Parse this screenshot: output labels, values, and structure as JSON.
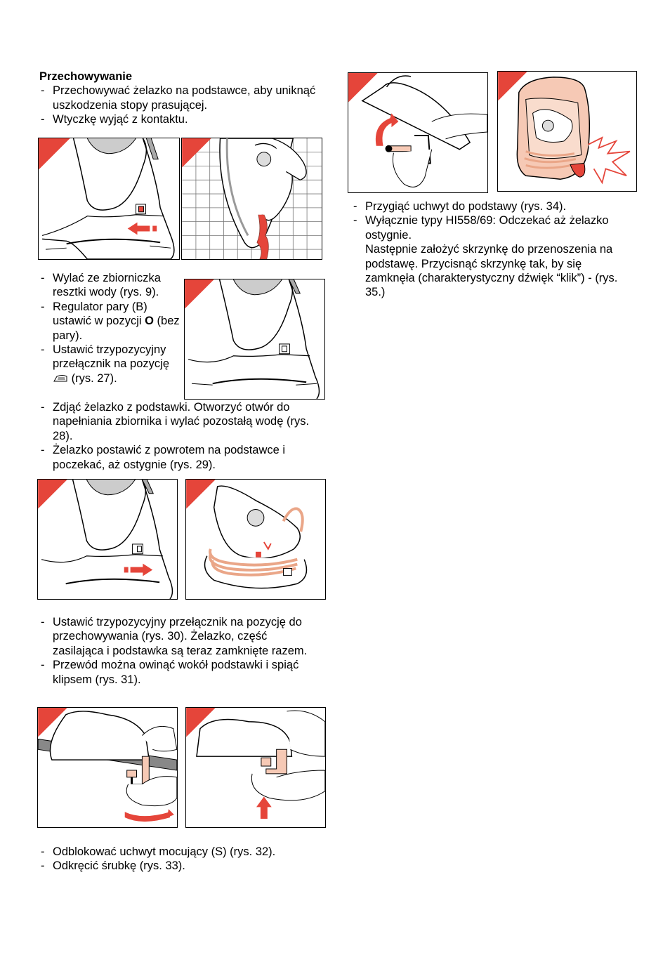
{
  "colors": {
    "accent_red": "#e5453a",
    "peach": "#f6c9b5",
    "salmon": "#eaa688",
    "line": "#000000"
  },
  "storage": {
    "heading": "Przechowywanie",
    "items": [
      "Przechowywać żelazko na podstawce, aby uniknąć uszkodzenia stopy prasującej.",
      "Wtyczkę wyjąć z kontaktu."
    ]
  },
  "water": {
    "item1": "Wylać ze zbiorniczka resztki wody (rys. 9).",
    "item2_part1": "Regulator pary (B) ustawić w pozycji ",
    "item2_bold": "O",
    "item2_part2": " (bez pary).",
    "item3_part1": "Ustawić trzypozycyjny przełącznik na pozycję ",
    "item3_icon": "iron-icon",
    "item3_part2": " (rys. 27).",
    "item4": "Zdjąć żelazko z podstawki. Otworzyć otwór do napełniania zbiornika i wylać pozostałą wodę (rys. 28).",
    "item5": "Żelazko postawić z powrotem na podstawce i poczekać, aż ostygnie (rys. 29)."
  },
  "switch_section": {
    "items": [
      "Ustawić trzypozycyjny przełącznik na pozycję do przechowywania (rys. 30). Żelazko, część zasilająca i podstawka są teraz zamknięte razem.",
      "Przewód można owinąć wokół podstawki i spiąć klipsem (rys. 31)."
    ]
  },
  "clamp_section": {
    "items": [
      "Odblokować uchwyt mocujący (S) (rys. 32).",
      "Odkręcić śrubkę (rys. 33)."
    ]
  },
  "right_section": {
    "item1": "Przygiąć uchwyt do podstawy (rys. 34).",
    "item2_line1": "Wyłącznie typy HI558/69:  Odczekać aż żelazko ostygnie.",
    "item2_line2": "Następnie założyć skrzynkę do przenoszenia na podstawę. Przycisnąć skrzynkę tak, by się zamknęła (charakterystyczny dźwięk “klik”) - (rys. 35.)"
  }
}
